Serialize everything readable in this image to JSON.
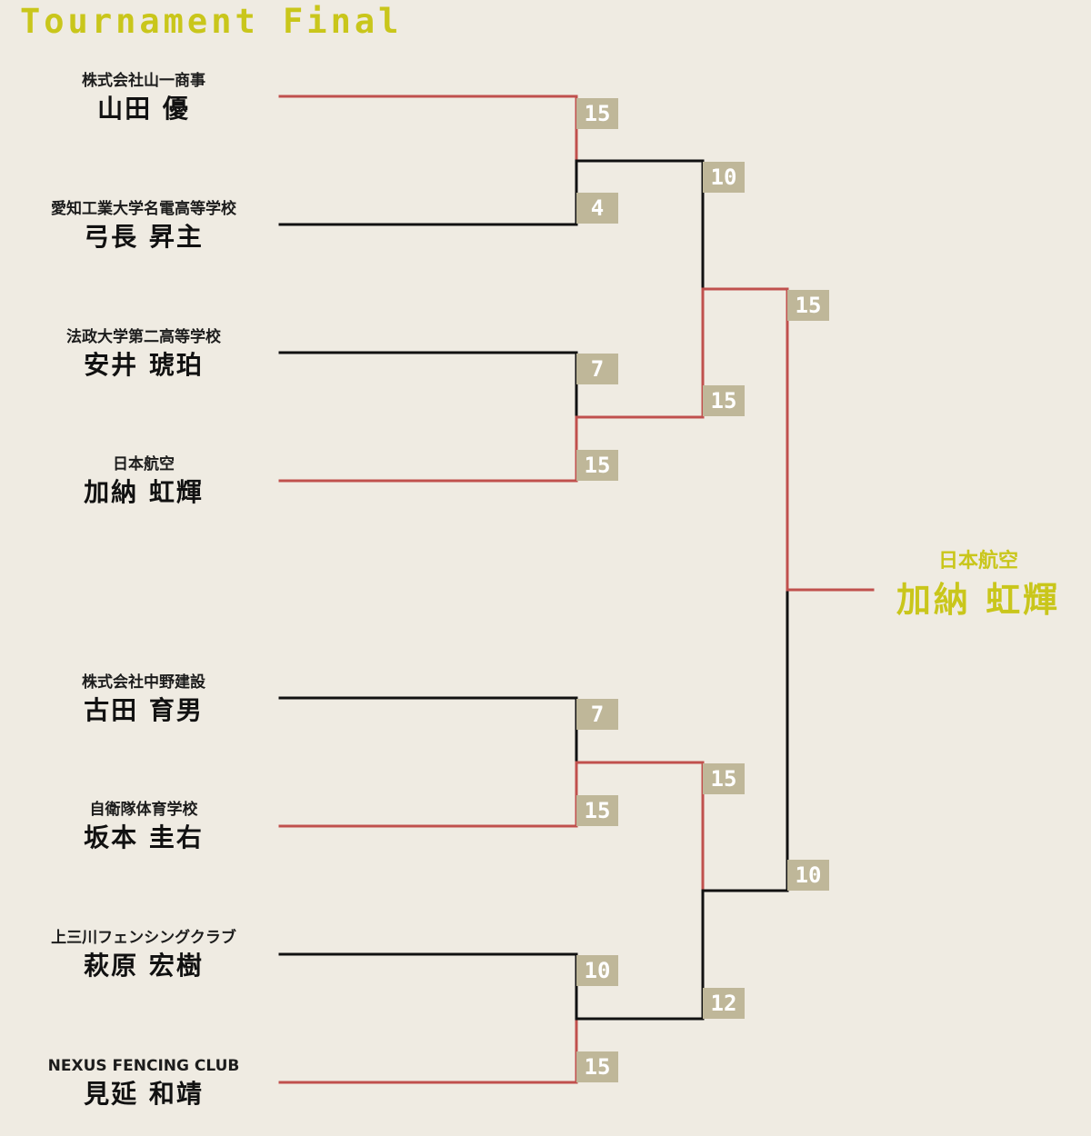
{
  "title": "Tournament Final",
  "colors": {
    "winner_line": "#c0504d",
    "loser_line": "#111111",
    "score_bg": "#bfb799",
    "accent": "#c9c61b"
  },
  "players": [
    {
      "affiliation": "株式会社山一商事",
      "name": "山田 優"
    },
    {
      "affiliation": "愛知工業大学名電高等学校",
      "name": "弓長 昇主"
    },
    {
      "affiliation": "法政大学第二高等学校",
      "name": "安井 琥珀"
    },
    {
      "affiliation": "日本航空",
      "name": "加納 虹輝"
    },
    {
      "affiliation": "株式会社中野建設",
      "name": "古田 育男"
    },
    {
      "affiliation": "自衛隊体育学校",
      "name": "坂本 圭右"
    },
    {
      "affiliation": "上三川フェンシングクラブ",
      "name": "萩原 宏樹"
    },
    {
      "affiliation": "NEXUS FENCING CLUB",
      "name": "見延 和靖"
    }
  ],
  "quarterfinals": [
    {
      "scores": [
        "15",
        "4"
      ],
      "winner": 0
    },
    {
      "scores": [
        "7",
        "15"
      ],
      "winner": 1
    },
    {
      "scores": [
        "7",
        "15"
      ],
      "winner": 1
    },
    {
      "scores": [
        "10",
        "15"
      ],
      "winner": 1
    }
  ],
  "semifinals": [
    {
      "scores": [
        "10",
        "15"
      ],
      "winner": 1
    },
    {
      "scores": [
        "15",
        "12"
      ],
      "winner": 0
    }
  ],
  "final": {
    "scores": [
      "15",
      "10"
    ],
    "winner": 0
  },
  "champion": {
    "affiliation": "日本航空",
    "name": "加納 虹輝"
  }
}
